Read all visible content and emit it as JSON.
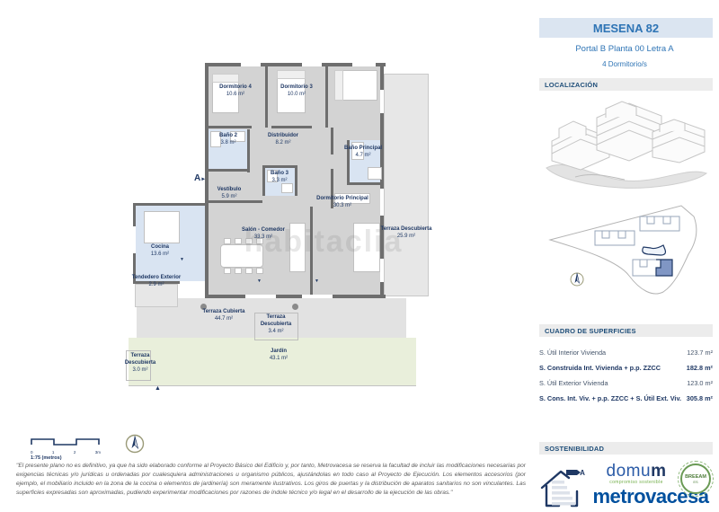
{
  "header": {
    "title": "MESENA 82",
    "subtitle": "Portal B Planta 00 Letra A",
    "bedrooms": "4 Dormitorio/s"
  },
  "sections": {
    "localization": "LOCALIZACIÓN",
    "surfaces": "CUADRO DE SUPERFICIES",
    "sustainability": "SOSTENIBILIDAD"
  },
  "surfaces_table": {
    "rows": [
      {
        "label": "S. Útil Interior Vivienda",
        "value": "123.7 m²"
      },
      {
        "label": "S. Construida Int. Vivienda + p.p. ZZCC",
        "value": "182.8 m²"
      },
      {
        "label": "S. Útil Exterior Vivienda",
        "value": "123.0 m²"
      },
      {
        "label": "S. Cons. Int. Viv. + p.p. ZZCC + S. Útil Ext. Viv.",
        "value": "305.8 m²"
      }
    ]
  },
  "plan": {
    "section_marker": "A",
    "section_marker_arrow": "►",
    "bottom_marker": "▲",
    "door_marker": "▼",
    "watermark": "habitaclia",
    "rooms": [
      {
        "name": "Dormitorio 4",
        "area": "10.6 m²"
      },
      {
        "name": "Dormitorio 3",
        "area": "10.0 m²"
      },
      {
        "name": "Baño 2",
        "area": "3.8 m²"
      },
      {
        "name": "Distribuidor",
        "area": "8.2 m²"
      },
      {
        "name": "Baño Principal",
        "area": "4.7 m²"
      },
      {
        "name": "Baño 3",
        "area": "3.3 m²"
      },
      {
        "name": "Vestíbulo",
        "area": "5.9 m²"
      },
      {
        "name": "Salón - Comedor",
        "area": "33.3 m²"
      },
      {
        "name": "Dormitorio Principal",
        "area": "30.3 m²"
      },
      {
        "name": "Terraza Descubierta",
        "area": "25.9 m²"
      },
      {
        "name": "Cocina",
        "area": "13.6 m²"
      },
      {
        "name": "Tendedero Exterior",
        "area": "2.9 m²"
      },
      {
        "name": "Terraza Cubierta",
        "area": "44.7 m²"
      },
      {
        "name": "Terraza Descubierta",
        "area": "3.4 m²"
      },
      {
        "name": "Jardín",
        "area": "43.1 m²"
      },
      {
        "name": "Terraza Descubierta",
        "area": "3.0 m²"
      }
    ]
  },
  "scale": {
    "label": "1:75 (metros)",
    "ticks": [
      "0",
      "1",
      "2",
      "3m"
    ]
  },
  "logos": {
    "energy_rating": "A",
    "domum_pre": "domu",
    "domum_last": "m",
    "domum_tagline": "compromiso sostenible",
    "metrovacesa": "metrovacesa",
    "breeam_line1": "BREEAM",
    "breeam_line2": "ES"
  },
  "colors": {
    "title_blue": "#2e74b5",
    "navy": "#1f3864",
    "header_bg": "#dbe5f1",
    "section_bg": "#ececec",
    "metrovacesa_blue": "#00509e",
    "domum_green": "#70ad47",
    "breeam_green": "#6a9a55",
    "wet_room_blue": "#d9e4f2",
    "garden_green": "#e9efdb",
    "wall_gray": "#6e6e6e"
  },
  "disclaimer": "\"El presente plano no es definitivo, ya que ha sido elaborado conforme al Proyecto Básico del Edificio y, por tanto, Metrovacesa se reserva la facultad de incluir las modificaciones necesarias por exigencias técnicas y/o jurídicas u ordenadas por cualesquiera administraciones u organismo públicos, ajustándolas en todo caso al Proyecto de Ejecución. Los elementos accesorios (por ejemplo, el mobiliario incluido en la zona de la cocina o elementos de jardinería) son meramente ilustrativos. Los giros de puertas y la distribución de aparatos sanitarios no son vinculantes. Las superficies expresadas son aproximadas, pudiendo experimentar modificaciones por razones de índole técnico y/o legal en el desarrollo de la ejecución de las obras.\""
}
